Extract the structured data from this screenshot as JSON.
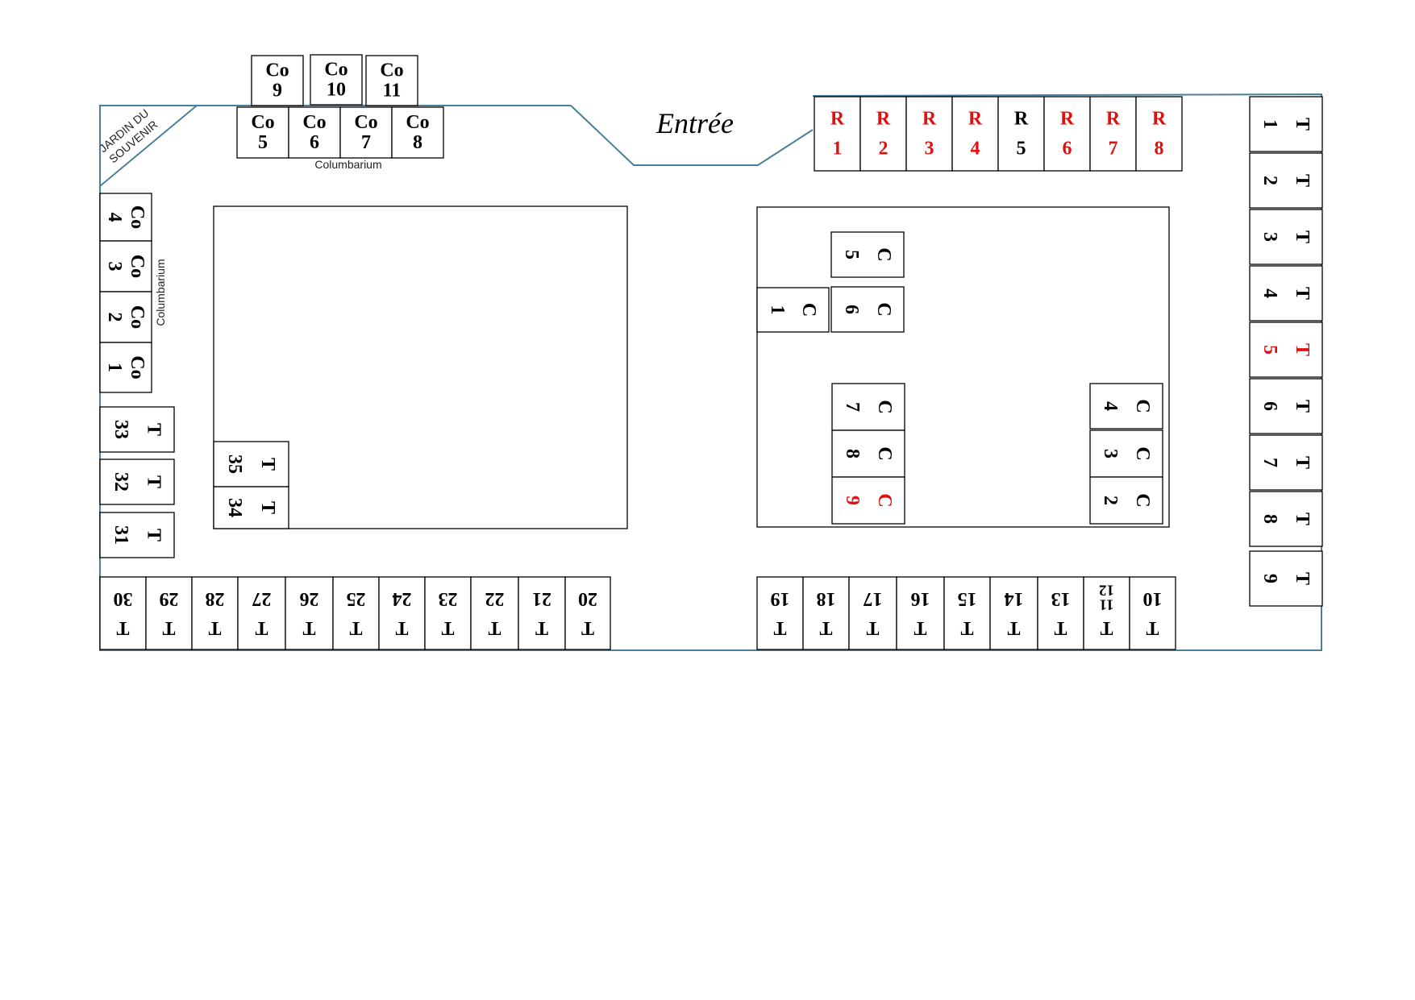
{
  "labels": {
    "entree": "Entrée",
    "jardin_line1": "JARDIN DU",
    "jardin_line2": "SOUVENIR",
    "columbarium_top": "Columbarium",
    "columbarium_left": "Columbarium"
  },
  "colors": {
    "available": "#e01010",
    "occupied": "#000000",
    "wall": "#4a7f9c"
  },
  "columbarium_top": [
    {
      "id": "co9",
      "letter": "Co",
      "num": "9",
      "status": "occupied"
    },
    {
      "id": "co10",
      "letter": "Co",
      "num": "10",
      "status": "occupied"
    },
    {
      "id": "co11",
      "letter": "Co",
      "num": "11",
      "status": "occupied"
    },
    {
      "id": "co5",
      "letter": "Co",
      "num": "5",
      "status": "occupied"
    },
    {
      "id": "co6",
      "letter": "Co",
      "num": "6",
      "status": "occupied"
    },
    {
      "id": "co7",
      "letter": "Co",
      "num": "7",
      "status": "occupied"
    },
    {
      "id": "co8",
      "letter": "Co",
      "num": "8",
      "status": "occupied"
    }
  ],
  "columbarium_left": [
    {
      "id": "co4",
      "letter": "Co",
      "num": "4",
      "status": "occupied"
    },
    {
      "id": "co3",
      "letter": "Co",
      "num": "3",
      "status": "occupied"
    },
    {
      "id": "co2",
      "letter": "Co",
      "num": "2",
      "status": "occupied"
    },
    {
      "id": "co1",
      "letter": "Co",
      "num": "1",
      "status": "occupied"
    }
  ],
  "r_row": [
    {
      "id": "r1",
      "letter": "R",
      "num": "1",
      "status": "available"
    },
    {
      "id": "r2",
      "letter": "R",
      "num": "2",
      "status": "available"
    },
    {
      "id": "r3",
      "letter": "R",
      "num": "3",
      "status": "available"
    },
    {
      "id": "r4",
      "letter": "R",
      "num": "4",
      "status": "available"
    },
    {
      "id": "r5",
      "letter": "R",
      "num": "5",
      "status": "occupied"
    },
    {
      "id": "r6",
      "letter": "R",
      "num": "6",
      "status": "available"
    },
    {
      "id": "r7",
      "letter": "R",
      "num": "7",
      "status": "available"
    },
    {
      "id": "r8",
      "letter": "R",
      "num": "8",
      "status": "available"
    }
  ],
  "t_right": [
    {
      "id": "t1",
      "letter": "T",
      "num": "1",
      "status": "occupied"
    },
    {
      "id": "t2",
      "letter": "T",
      "num": "2",
      "status": "occupied"
    },
    {
      "id": "t3",
      "letter": "T",
      "num": "3",
      "status": "occupied"
    },
    {
      "id": "t4",
      "letter": "T",
      "num": "4",
      "status": "occupied"
    },
    {
      "id": "t5",
      "letter": "T",
      "num": "5",
      "status": "available"
    },
    {
      "id": "t6",
      "letter": "T",
      "num": "6",
      "status": "occupied"
    },
    {
      "id": "t7",
      "letter": "T",
      "num": "7",
      "status": "occupied"
    },
    {
      "id": "t8",
      "letter": "T",
      "num": "8",
      "status": "occupied"
    },
    {
      "id": "t9",
      "letter": "T",
      "num": "9",
      "status": "occupied"
    }
  ],
  "t_left": [
    {
      "id": "t33",
      "letter": "T",
      "num": "33",
      "status": "occupied"
    },
    {
      "id": "t32",
      "letter": "T",
      "num": "32",
      "status": "occupied"
    },
    {
      "id": "t31",
      "letter": "T",
      "num": "31",
      "status": "occupied"
    }
  ],
  "t_inner": [
    {
      "id": "t35",
      "letter": "T",
      "num": "35",
      "status": "occupied"
    },
    {
      "id": "t34",
      "letter": "T",
      "num": "34",
      "status": "occupied"
    }
  ],
  "t_bottom_left": [
    {
      "id": "t30",
      "letter": "T",
      "num": "30",
      "status": "occupied"
    },
    {
      "id": "t29",
      "letter": "T",
      "num": "29",
      "status": "occupied"
    },
    {
      "id": "t28",
      "letter": "T",
      "num": "28",
      "status": "occupied"
    },
    {
      "id": "t27",
      "letter": "T",
      "num": "27",
      "status": "occupied"
    },
    {
      "id": "t26",
      "letter": "T",
      "num": "26",
      "status": "occupied"
    },
    {
      "id": "t25",
      "letter": "T",
      "num": "25",
      "status": "occupied"
    },
    {
      "id": "t24",
      "letter": "T",
      "num": "24",
      "status": "occupied"
    },
    {
      "id": "t23",
      "letter": "T",
      "num": "23",
      "status": "occupied"
    },
    {
      "id": "t22",
      "letter": "T",
      "num": "22",
      "status": "occupied"
    },
    {
      "id": "t21",
      "letter": "T",
      "num": "21",
      "status": "occupied"
    },
    {
      "id": "t20",
      "letter": "T",
      "num": "20",
      "status": "occupied"
    }
  ],
  "t_bottom_right": [
    {
      "id": "t19",
      "letter": "T",
      "num": "19",
      "status": "occupied"
    },
    {
      "id": "t18",
      "letter": "T",
      "num": "18",
      "status": "occupied"
    },
    {
      "id": "t17",
      "letter": "T",
      "num": "17",
      "status": "occupied"
    },
    {
      "id": "t16",
      "letter": "T",
      "num": "16",
      "status": "occupied"
    },
    {
      "id": "t15",
      "letter": "T",
      "num": "15",
      "status": "occupied"
    },
    {
      "id": "t14",
      "letter": "T",
      "num": "14",
      "status": "occupied"
    },
    {
      "id": "t13",
      "letter": "T",
      "num": "13",
      "status": "occupied"
    },
    {
      "id": "t11-12",
      "letter": "T",
      "num": "11",
      "num2": "12",
      "status": "occupied"
    },
    {
      "id": "t10",
      "letter": "T",
      "num": "10",
      "status": "occupied"
    }
  ],
  "c_plots": [
    {
      "id": "c1",
      "letter": "C",
      "num": "1",
      "status": "occupied"
    },
    {
      "id": "c5",
      "letter": "C",
      "num": "5",
      "status": "occupied"
    },
    {
      "id": "c6",
      "letter": "C",
      "num": "6",
      "status": "occupied"
    },
    {
      "id": "c7",
      "letter": "C",
      "num": "7",
      "status": "occupied"
    },
    {
      "id": "c8",
      "letter": "C",
      "num": "8",
      "status": "occupied"
    },
    {
      "id": "c9",
      "letter": "C",
      "num": "9",
      "status": "available"
    },
    {
      "id": "c4",
      "letter": "C",
      "num": "4",
      "status": "occupied"
    },
    {
      "id": "c3",
      "letter": "C",
      "num": "3",
      "status": "occupied"
    },
    {
      "id": "c2",
      "letter": "C",
      "num": "2",
      "status": "occupied"
    }
  ]
}
